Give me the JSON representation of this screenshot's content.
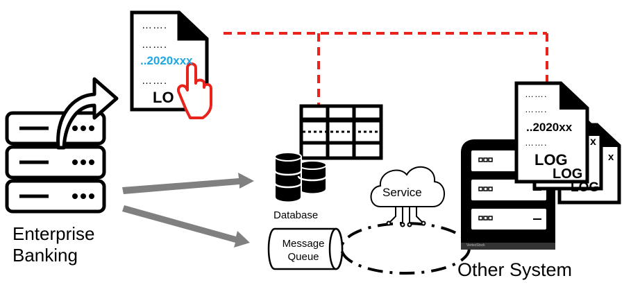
{
  "source": {
    "label_line1": "Enterprise",
    "label_line2": "Banking"
  },
  "log_document": {
    "date_text": "..2020xxx",
    "log_label": "LO",
    "dots": "……."
  },
  "database": {
    "label": "Database"
  },
  "message_queue": {
    "line1": "Message",
    "line2": "Queue"
  },
  "service": {
    "label": "Service"
  },
  "other_system": {
    "label": "Other System",
    "log_front_label": "LOG",
    "log_front_date": "..2020xx",
    "log_mid_label": "LOG",
    "log_back_label": "LOG",
    "log_mid_date": "x",
    "log_back_date": "x",
    "server_brand": "VertexStock"
  },
  "colors": {
    "accent_red": "#e8231c",
    "date_blue": "#1ea7e1",
    "arrow_gray": "#808080",
    "ink": "#000000"
  }
}
